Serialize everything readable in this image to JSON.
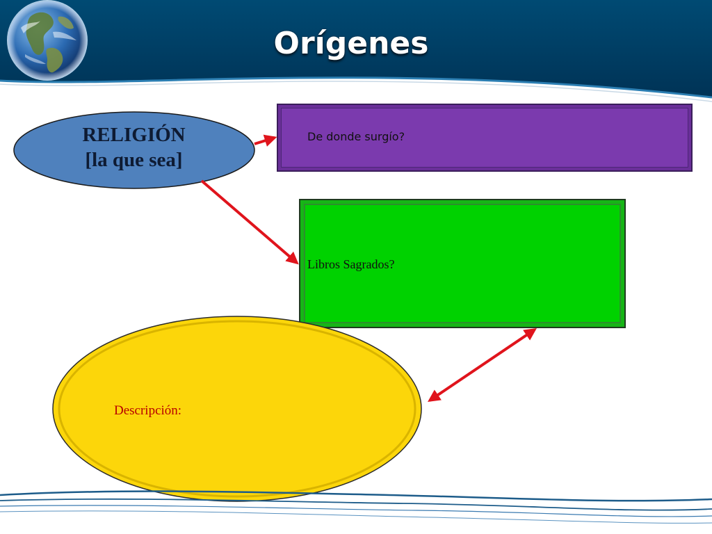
{
  "slide": {
    "title": "Orígenes",
    "main_node": {
      "line1": "RELIGIÓN",
      "line2": "[la que sea]",
      "fill": "#4f81bd"
    },
    "boxes": [
      {
        "label": "De donde surgío?",
        "fill": "#7b3aae"
      },
      {
        "label": "Libros Sagrados?",
        "fill": "#00d200"
      }
    ],
    "description_node": {
      "label": "Descripción:",
      "fill": "#ffd700"
    },
    "colors": {
      "header_band": "#003e63",
      "arrow": "#e0141c",
      "accent_line": "#1d5c8a"
    },
    "icons": {
      "header_left": "earth-globe-icon"
    }
  }
}
